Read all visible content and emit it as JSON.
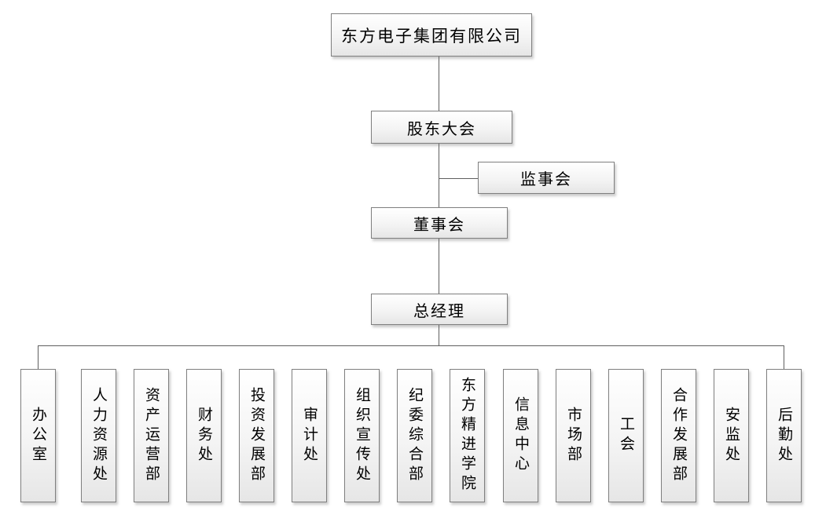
{
  "diagram": {
    "type": "org-chart",
    "root": {
      "label": "东方电子集团有限公司"
    },
    "nodes": {
      "shareholders_meeting": "股东大会",
      "supervisory_board": "监事会",
      "board_of_directors": "董事会",
      "general_manager": "总经理"
    },
    "departments": [
      {
        "label": "办公室"
      },
      {
        "label": "人力资源处"
      },
      {
        "label": "资产运营部"
      },
      {
        "label": "财务处"
      },
      {
        "label": "投资发展部"
      },
      {
        "label": "审计处"
      },
      {
        "label": "组织宣传处"
      },
      {
        "label": "纪委综合部"
      },
      {
        "label": "东方精进学院"
      },
      {
        "label": "信息中心"
      },
      {
        "label": "市场部"
      },
      {
        "label": "工会"
      },
      {
        "label": "合作发展部"
      },
      {
        "label": "安监处"
      },
      {
        "label": "后勤处"
      }
    ],
    "colors": {
      "background": "#ffffff",
      "box_border": "#7f7f7f",
      "box_fill_top": "#ffffff",
      "box_fill_bottom": "#e6e6e6",
      "connector_line": "#5f5f5f",
      "text": "#000000"
    }
  }
}
